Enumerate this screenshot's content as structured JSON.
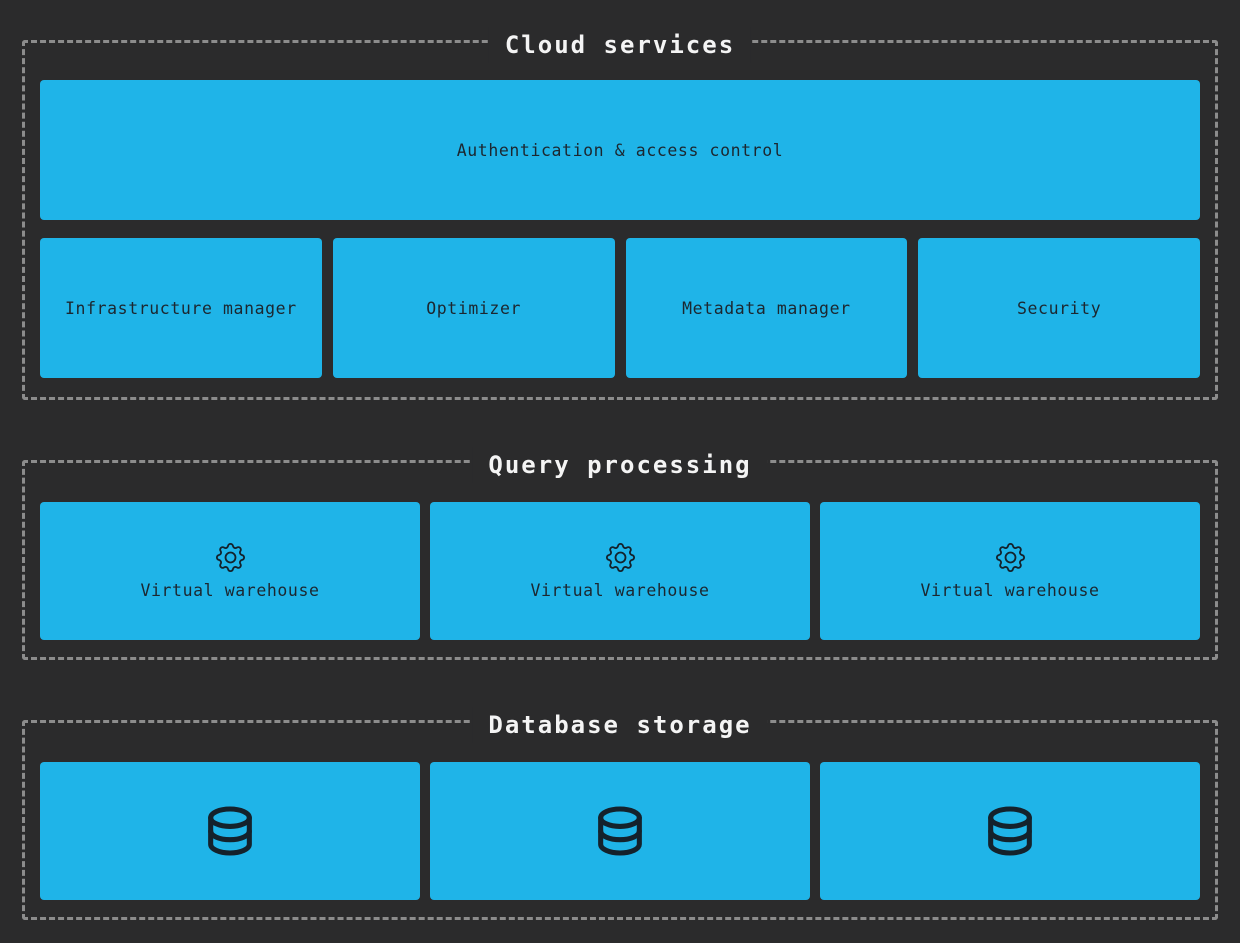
{
  "diagram": {
    "colors": {
      "background": "#2b2b2c",
      "box_fill": "#1fb4e8",
      "box_text": "#1c2730",
      "dashed_border": "#8c8c8c",
      "section_title_text": "#f4f4f4",
      "icon_color": "#14222c"
    },
    "sections": {
      "cloud_services": {
        "title": "Cloud services",
        "auth_box_label": "Authentication & access control",
        "manager_boxes": [
          "Infrastructure manager",
          "Optimizer",
          "Metadata manager",
          "Security"
        ]
      },
      "query_processing": {
        "title": "Query processing",
        "warehouses": [
          {
            "icon": "gear-icon",
            "label": "Virtual warehouse"
          },
          {
            "icon": "gear-icon",
            "label": "Virtual warehouse"
          },
          {
            "icon": "gear-icon",
            "label": "Virtual warehouse"
          }
        ]
      },
      "database_storage": {
        "title": "Database storage",
        "databases": [
          {
            "icon": "database-icon"
          },
          {
            "icon": "database-icon"
          },
          {
            "icon": "database-icon"
          }
        ]
      }
    }
  }
}
